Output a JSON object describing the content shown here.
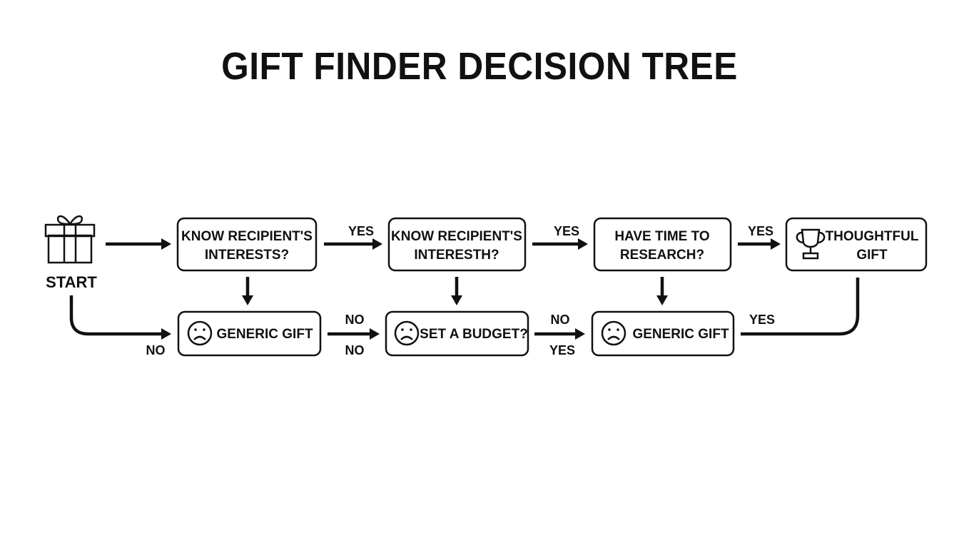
{
  "title": "GIFT FINDER DECISION TREE",
  "start_label": "START",
  "nodes": {
    "q1": [
      "KNOW RECIPIENT'S",
      "INTERESTS?"
    ],
    "q2": [
      "KNOW RECIPIENT'S",
      "INTERESTH?"
    ],
    "q3": [
      "HAVE TIME TO",
      "RESEARCH?"
    ],
    "result": [
      "THOUGHTFUL",
      "GIFT"
    ],
    "generic1": [
      "GENERIC GIFT"
    ],
    "budget": [
      "SET A BUDGET?"
    ],
    "generic2": [
      "GENERIC GIFT"
    ]
  },
  "edge_labels": {
    "q1_q2": "YES",
    "q2_q3": "YES",
    "q3_result": "YES",
    "start_generic": "NO",
    "generic1_budget_top": "NO",
    "generic1_budget_bottom": "NO",
    "budget_generic2_top": "NO",
    "budget_generic2_bottom": "YES",
    "generic2_result": "YES"
  },
  "icons": {
    "start": "gift-icon",
    "result": "trophy-icon",
    "generic": "sad-face-icon"
  }
}
